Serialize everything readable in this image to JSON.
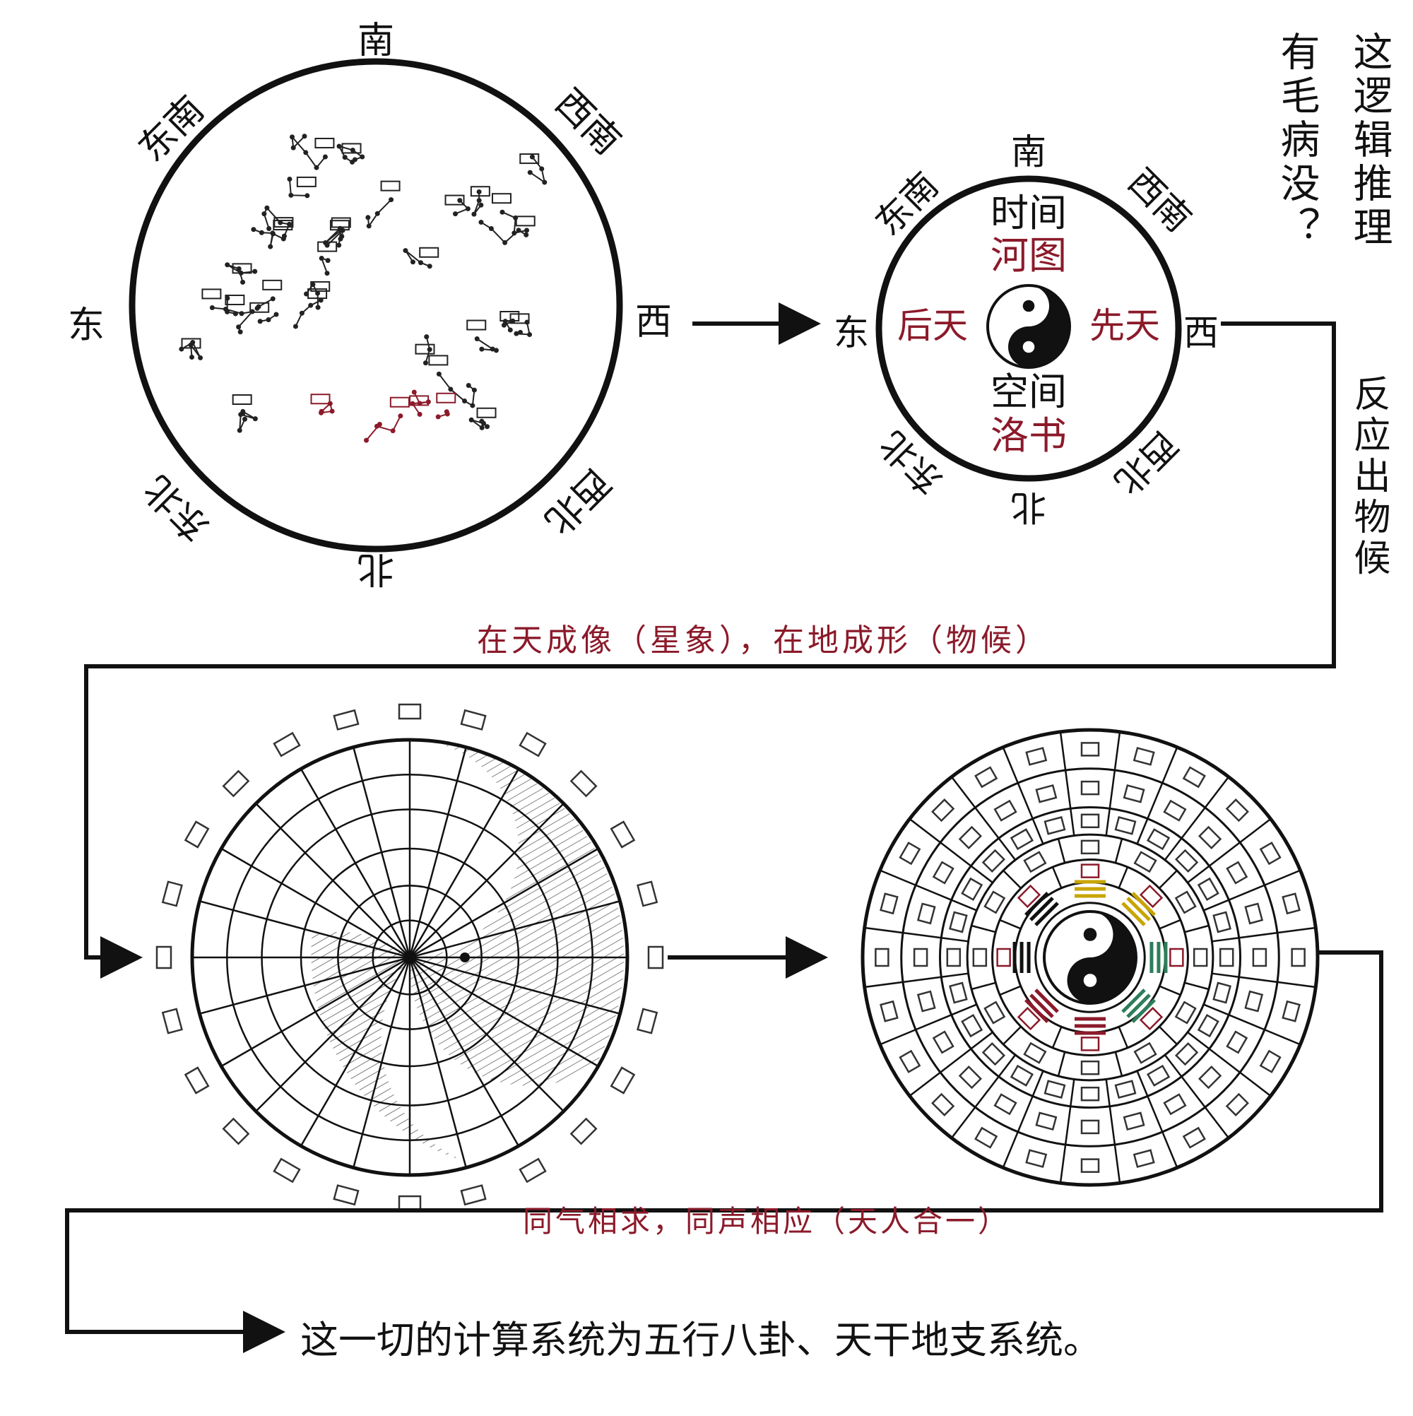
{
  "question_line1": "这逻辑推理",
  "question_line2": "有毛病没？",
  "side_label": "反应出物候",
  "caption1": "在天成像（星象），在地成形（物候）",
  "caption2": "同气相求，同声相应（天人合一）",
  "conclusion": "这一切的计算系统为五行八卦、天干地支系统。",
  "star_map": {
    "directions": {
      "n": "南",
      "ne": "西南",
      "e": "西",
      "se": "西北",
      "s": "北",
      "sw": "东北",
      "w": "东",
      "nw": "东南"
    }
  },
  "taiji_panel": {
    "directions": {
      "n": "南",
      "ne": "西南",
      "e": "西",
      "se": "西北",
      "s": "北",
      "sw": "东北",
      "w": "东",
      "nw": "东南"
    },
    "upper_black": "时间",
    "upper_red": "河图",
    "left_red": "后天",
    "right_red": "先天",
    "lower_black": "空间",
    "lower_red": "洛书"
  },
  "colors": {
    "ink": "#111111",
    "red": "#8b1a2a",
    "gold": "#c9a400",
    "green": "#2e7d5b"
  }
}
